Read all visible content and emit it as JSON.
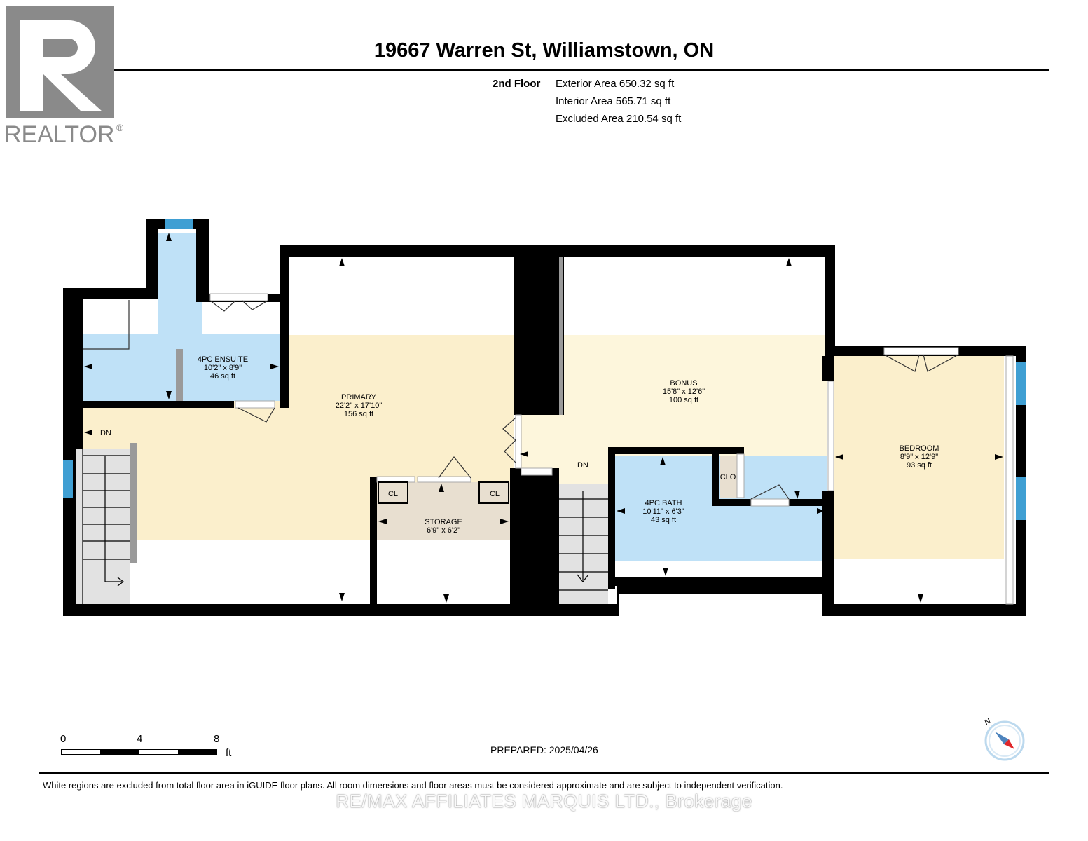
{
  "header": {
    "title": "19667 Warren St, Williamstown, ON",
    "floor": "2nd Floor",
    "exterior_area": "Exterior Area 650.32 sq ft",
    "interior_area": "Interior Area 565.71 sq ft",
    "excluded_area": "Excluded Area 210.54 sq ft"
  },
  "logo": {
    "text": "REALTOR",
    "mark": "®"
  },
  "rooms": {
    "ensuite": {
      "name": "4PC ENSUITE",
      "dims": "10'2\" x 8'9\"",
      "area": "46 sq ft"
    },
    "primary": {
      "name": "PRIMARY",
      "dims": "22'2\" x 17'10\"",
      "area": "156 sq ft"
    },
    "bonus": {
      "name": "BONUS",
      "dims": "15'8\" x 12'6\"",
      "area": "100 sq ft"
    },
    "bedroom": {
      "name": "BEDROOM",
      "dims": "8'9\" x 12'9\"",
      "area": "93 sq ft"
    },
    "bath": {
      "name": "4PC BATH",
      "dims": "10'11\" x 6'3\"",
      "area": "43 sq ft"
    },
    "storage": {
      "name": "STORAGE",
      "dims": "6'9\" x 6'2\"",
      "area": ""
    }
  },
  "tags": {
    "cl_left": "CL",
    "cl_right": "CL",
    "clo": "CLO",
    "dn_left": "DN",
    "dn_center": "DN"
  },
  "scale": {
    "n0": "0",
    "n4": "4",
    "n8": "8",
    "unit": "ft"
  },
  "compass": {
    "label": "N",
    "icon": "compass-icon"
  },
  "footer": {
    "prepared": "PREPARED: 2025/04/26",
    "disclaimer": "White regions are excluded from total floor area in iGUIDE floor plans. All room dimensions and floor areas must be considered approximate and are subject to independent verification.",
    "watermark": "RE/MAX AFFILIATES MARQUIS LTD., Brokerage"
  },
  "colors": {
    "wall": "#000000",
    "bath_fill": "#bfe1f7",
    "living_fill": "#fbefcc",
    "bonus_fill": "#fdf6dc",
    "storage_fill": "#e8dfd0",
    "window": "#3f9fd3",
    "logo_gray": "#8a8a8a"
  }
}
